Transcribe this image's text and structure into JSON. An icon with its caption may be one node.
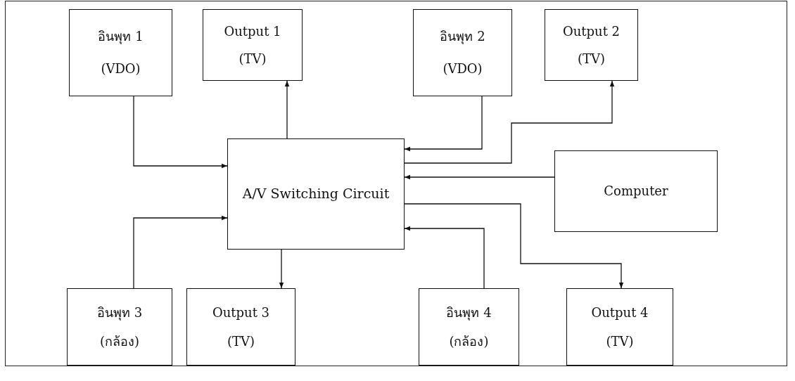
{
  "diagram": {
    "nodes": [
      {
        "text": [
          "อินพุท 1",
          "(VDO)"
        ]
      },
      {
        "text": [
          "Output 1",
          "(TV)"
        ]
      },
      {
        "text": [
          "อินพุท 2",
          "(VDO)"
        ]
      },
      {
        "text": [
          "Output 2",
          "(TV)"
        ]
      },
      {
        "text": [
          "A/V Switching Circuit"
        ]
      },
      {
        "text": [
          "Computer"
        ]
      },
      {
        "text": [
          "อินพุท 3",
          "(กล้อง)"
        ]
      },
      {
        "text": [
          "Output 3",
          "(TV)"
        ]
      },
      {
        "text": [
          "อินพุท 4",
          "(กล้อง)"
        ]
      },
      {
        "text": [
          "Output 4",
          "(TV)"
        ]
      }
    ],
    "edges": [
      {
        "from": 0,
        "to": 4,
        "arrow": "to"
      },
      {
        "from": 4,
        "to": 1,
        "arrow": "to"
      },
      {
        "from": 2,
        "to": 4,
        "arrow": "to"
      },
      {
        "from": 4,
        "to": 3,
        "arrow": "to"
      },
      {
        "from": 5,
        "to": 4,
        "arrow": "to"
      },
      {
        "from": 6,
        "to": 4,
        "arrow": "to"
      },
      {
        "from": 4,
        "to": 7,
        "arrow": "to"
      },
      {
        "from": 8,
        "to": 4,
        "arrow": "to"
      },
      {
        "from": 4,
        "to": 9,
        "arrow": "to"
      }
    ]
  }
}
